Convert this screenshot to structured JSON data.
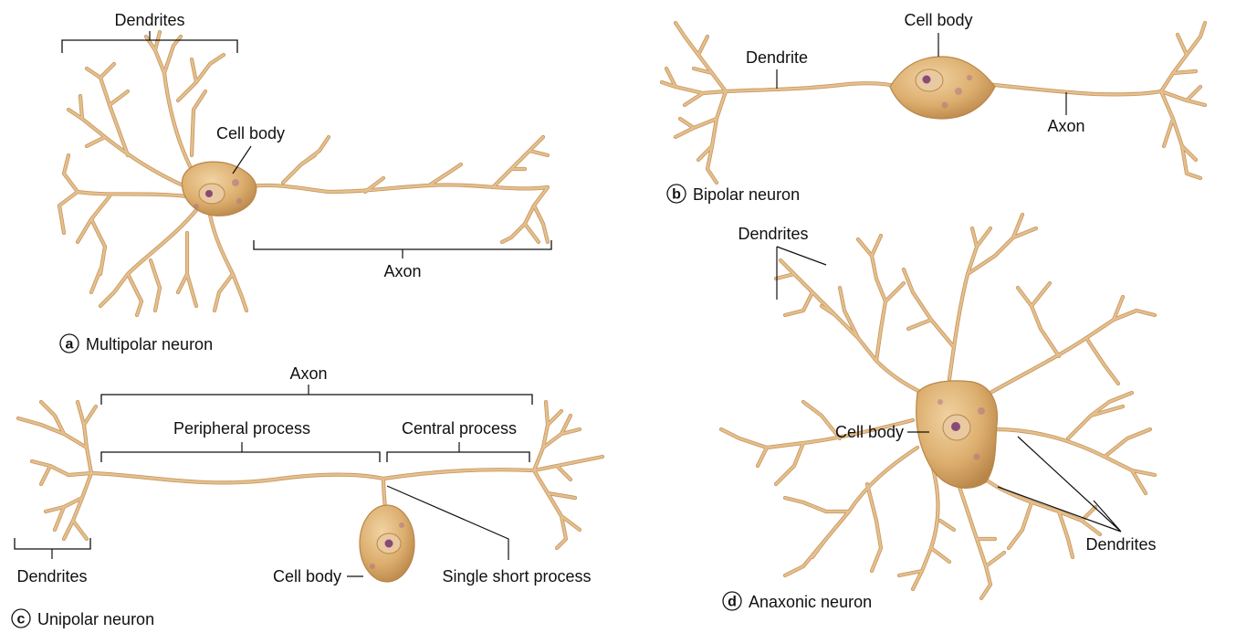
{
  "colors": {
    "process": "#e5c08f",
    "process_edge": "#c99a62",
    "soma": "#dcae6e",
    "soma_edge": "#b98649",
    "nucleus": "#8a4a78",
    "spot": "#a9708a",
    "ink": "#111111"
  },
  "panels": {
    "a": {
      "letter": "a",
      "caption": "Multipolar neuron",
      "labels": {
        "dendrites": "Dendrites",
        "cell_body": "Cell body",
        "axon": "Axon"
      }
    },
    "b": {
      "letter": "b",
      "caption": "Bipolar neuron",
      "labels": {
        "dendrite": "Dendrite",
        "cell_body": "Cell body",
        "axon": "Axon"
      }
    },
    "c": {
      "letter": "c",
      "caption": "Unipolar neuron",
      "labels": {
        "axon": "Axon",
        "peripheral_process": "Peripheral process",
        "central_process": "Central process",
        "dendrites": "Dendrites",
        "cell_body": "Cell body",
        "single_short_process": "Single short process"
      }
    },
    "d": {
      "letter": "d",
      "caption": "Anaxonic neuron",
      "labels": {
        "dendrites_top": "Dendrites",
        "cell_body": "Cell body",
        "dendrites_bottom": "Dendrites"
      }
    }
  }
}
